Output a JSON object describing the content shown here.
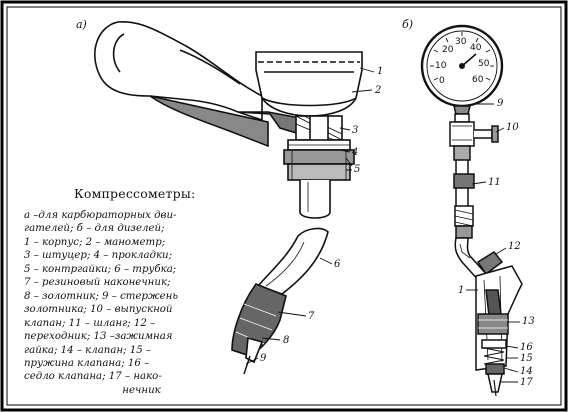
{
  "figure": {
    "panel_a": "а)",
    "panel_b": "б)",
    "title": "Компрессометры:",
    "legend": [
      "а –для карбюраторных дви-",
      "гателей; б – для дизелей;",
      "1 – корпус; 2 – манометр;",
      "3 – штуцер; 4 – прокладки;",
      "5 – контргайки; 6 – трубка;",
      "7 – резиновый наконечник;",
      "8 – золотник; 9 – стержень",
      "золотника; 10 – выпускной",
      "клапан; 11 – шланг; 12 –",
      "переходник; 13 –зажимная",
      "гайка; 14 – клапан; 15 –",
      "пружина клапана; 16 –",
      "седло клапана; 17 – нако-",
      "нечник"
    ]
  },
  "gauge_scale": [
    "0",
    "10",
    "20",
    "30",
    "40",
    "50",
    "60"
  ],
  "labels_a": [
    "1",
    "2",
    "3",
    "4",
    "5",
    "6",
    "7",
    "8",
    "9"
  ],
  "labels_b": [
    "9",
    "10",
    "11",
    "12",
    "1",
    "13",
    "16",
    "15",
    "14",
    "17"
  ]
}
